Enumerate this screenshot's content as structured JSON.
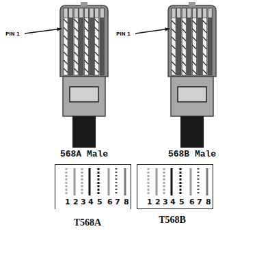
{
  "diagram": {
    "nodes": [
      {
        "text": [
          "1",
          "2",
          "3",
          "4",
          "5",
          "6",
          "7",
          "8"
        ]
      },
      {
        "text": [
          "1",
          "2",
          "3",
          "4",
          "5",
          "6",
          "7",
          "8"
        ]
      }
    ],
    "labels": [
      "PIN 1",
      "PIN 1",
      "568A Male",
      "568B Male",
      "T568A",
      "T568B"
    ]
  }
}
